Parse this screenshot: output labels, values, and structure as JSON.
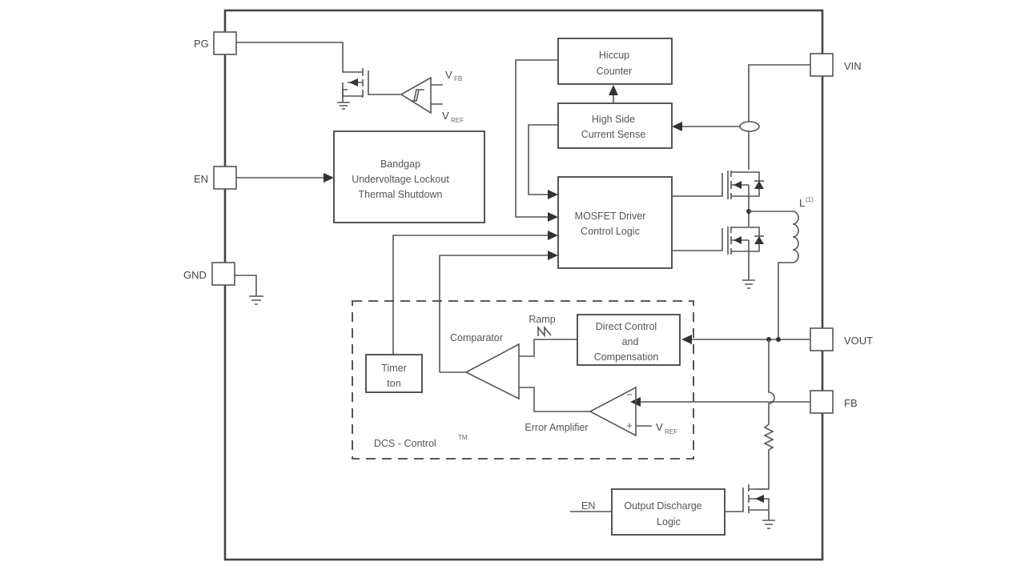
{
  "diagram": {
    "title": "DCS-Control buck converter functional block diagram",
    "pins": {
      "pg": "PG",
      "en": "EN",
      "gnd": "GND",
      "vin": "VIN",
      "vout": "VOUT",
      "fb": "FB"
    },
    "blocks": {
      "hiccup": [
        "Hiccup",
        "Counter"
      ],
      "current_sense": [
        "High Side",
        "Current Sense"
      ],
      "bandgap": [
        "Bandgap",
        "Undervoltage Lockout",
        "Thermal Shutdown"
      ],
      "mosfet_driver": [
        "MOSFET Driver",
        "Control Logic"
      ],
      "direct_control": [
        "Direct Control",
        "and",
        "Compensation"
      ],
      "timer": [
        "Timer",
        "ton"
      ],
      "output_discharge": [
        "Output Discharge",
        "Logic"
      ]
    },
    "labels": {
      "v_fb_main": "V",
      "v_fb_sub": "FB",
      "v_ref_main": "V",
      "v_ref_sub": "REF",
      "v_ref2_main": "V",
      "v_ref2_sub": "REF",
      "inductor": "L",
      "inductor_note": "(1)",
      "ramp": "Ramp",
      "comparator": "Comparator",
      "error_amplifier": "Error Amplifier",
      "minus": "−",
      "plus": "+",
      "dcs_control": "DCS - Control",
      "trademark": "TM",
      "discharge_en": "EN"
    }
  }
}
